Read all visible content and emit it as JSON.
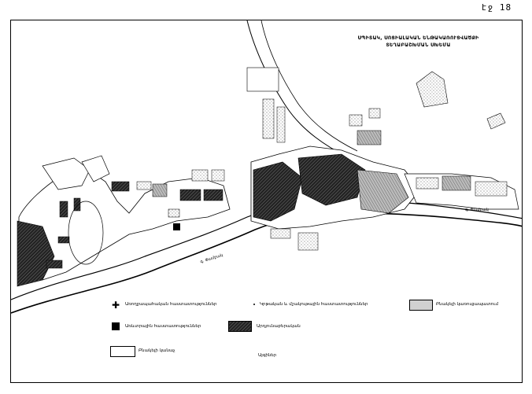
{
  "page": {
    "number": "էջ 18"
  },
  "map": {
    "title_line1": "ՍՊԻՏԱԿ, ՍՈՑԻԱԼԱԿԱՆ ԵՆԹԱԿԱՌՈՒՑՎԱԾՔԻ",
    "title_line2": "ՏԵՂԱԲԱՇԽՄԱՆ ՍԽԵՄԱ",
    "place_labels": [
      {
        "id": "river-right",
        "text": "գ. Փամբակ"
      },
      {
        "id": "river-center",
        "text": "գ. Փամբակ"
      }
    ]
  },
  "legend": {
    "items": [
      {
        "id": "cross",
        "symbol": "cross-icon",
        "label": "Առողջապահական հաստատություններ"
      },
      {
        "id": "dots",
        "symbol": "dot-icon",
        "label": "Կրթական և մշակութային հաստատություններ"
      },
      {
        "id": "light-fill",
        "symbol": "light-hatch-swatch",
        "label": "Բնակելի կառուցապատում"
      },
      {
        "id": "black-square",
        "symbol": "black-square-icon",
        "label": "Առևտրային հաստատություններ"
      },
      {
        "id": "dark-hatch",
        "symbol": "dark-hatch-swatch",
        "label": "Արդյունաբերական"
      },
      {
        "id": "outline",
        "symbol": "outline-swatch",
        "label": "Բնակելի կանաչ"
      },
      {
        "id": "blank",
        "symbol": "none",
        "label": "Այգիներ"
      }
    ]
  },
  "colors": {
    "ink": "#000000",
    "paper": "#ffffff",
    "hatch": "#444444",
    "light": "#d0d0d0"
  }
}
